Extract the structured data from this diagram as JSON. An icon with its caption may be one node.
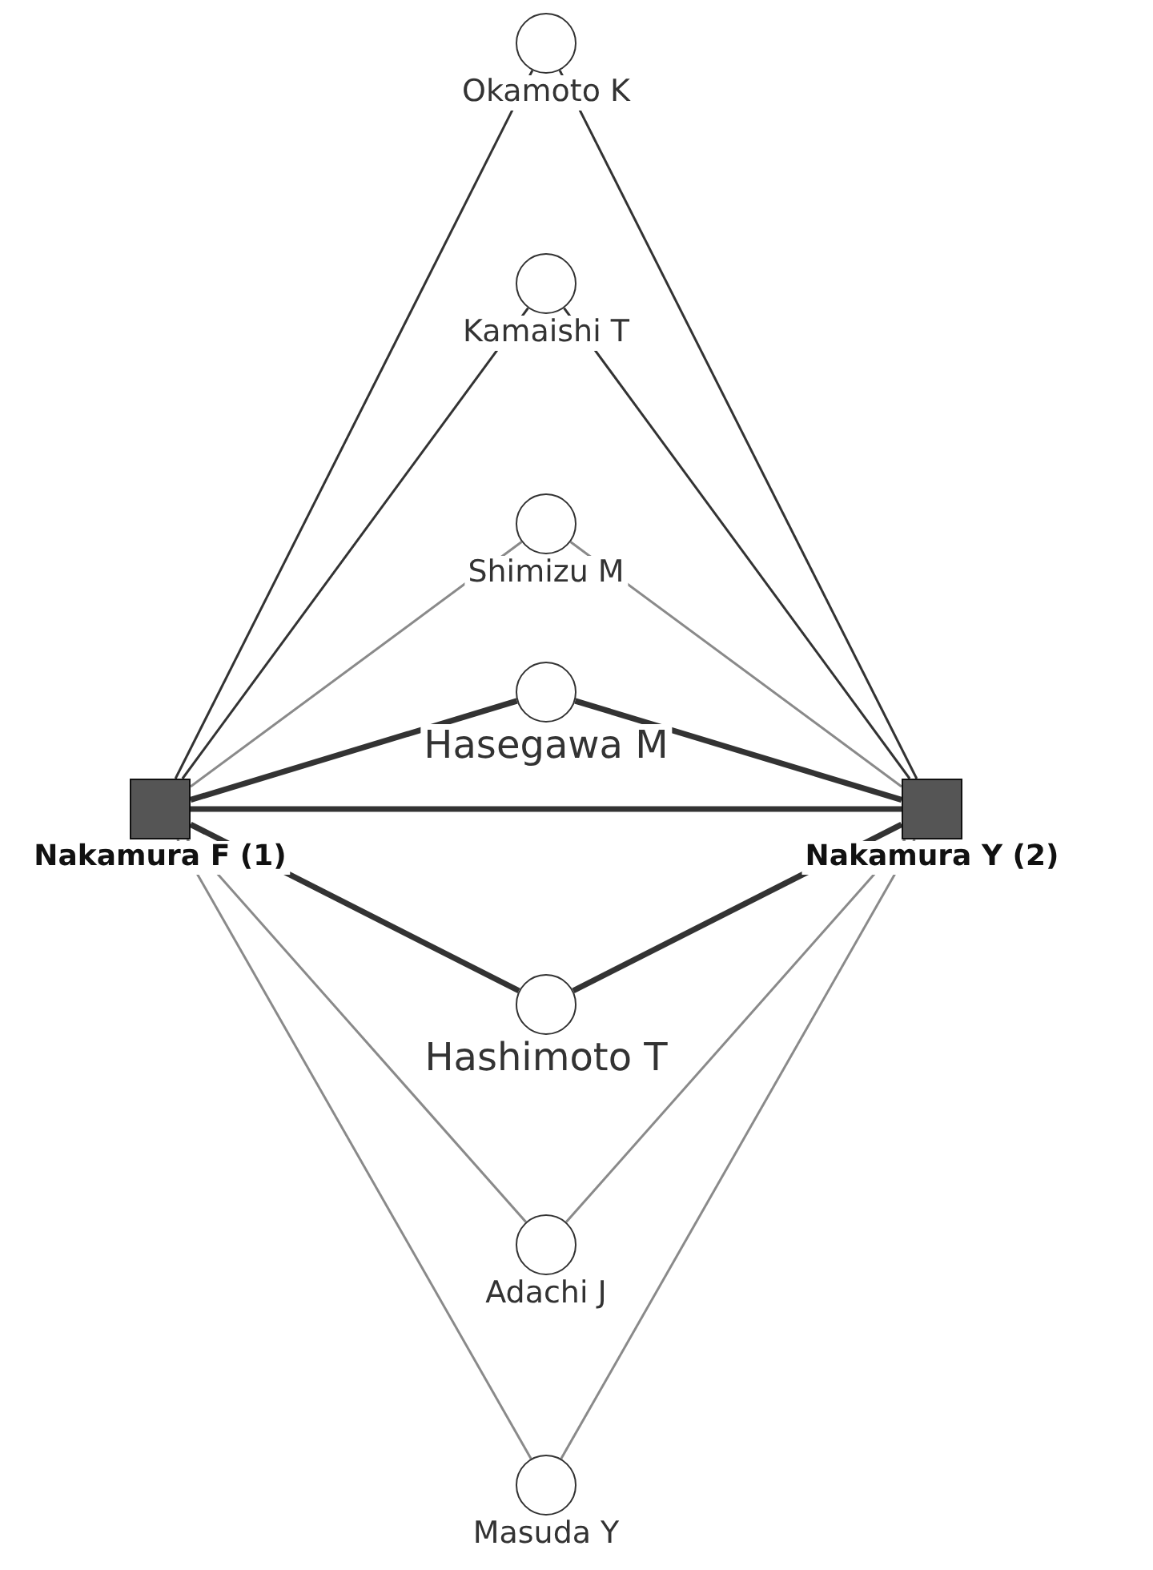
{
  "diagram": {
    "nodes": [
      {
        "text": [
          "Okamoto K"
        ]
      },
      {
        "text": [
          "Kamaishi T"
        ]
      },
      {
        "text": [
          "Shimizu M"
        ]
      },
      {
        "text": [
          "Hasegawa M"
        ]
      },
      {
        "text": [
          "Nakamura F (1)"
        ]
      },
      {
        "text": [
          "Nakamura Y (2)"
        ]
      },
      {
        "text": [
          "Hashimoto T"
        ]
      },
      {
        "text": [
          "Adachi J"
        ]
      },
      {
        "text": [
          "Masuda Y"
        ]
      }
    ],
    "edges": [
      {
        "from": 4,
        "to": 0,
        "arrow": "none"
      },
      {
        "from": 0,
        "to": 5,
        "arrow": "none"
      },
      {
        "from": 4,
        "to": 1,
        "arrow": "none"
      },
      {
        "from": 1,
        "to": 5,
        "arrow": "none"
      },
      {
        "from": 4,
        "to": 2,
        "arrow": "none",
        "color": "#8a8a8a"
      },
      {
        "from": 2,
        "to": 5,
        "arrow": "none",
        "color": "#8a8a8a"
      },
      {
        "from": 4,
        "to": 3,
        "arrow": "none",
        "style": "thick"
      },
      {
        "from": 3,
        "to": 5,
        "arrow": "none",
        "style": "thick"
      },
      {
        "from": 4,
        "to": 5,
        "arrow": "none",
        "style": "thick"
      },
      {
        "from": 4,
        "to": 6,
        "arrow": "none",
        "style": "thick"
      },
      {
        "from": 6,
        "to": 5,
        "arrow": "none",
        "style": "thick"
      },
      {
        "from": 4,
        "to": 7,
        "arrow": "none",
        "color": "#8a8a8a"
      },
      {
        "from": 7,
        "to": 5,
        "arrow": "none",
        "color": "#8a8a8a"
      },
      {
        "from": 4,
        "to": 8,
        "arrow": "none",
        "color": "#8a8a8a"
      },
      {
        "from": 8,
        "to": 5,
        "arrow": "none",
        "color": "#8a8a8a"
      }
    ]
  }
}
